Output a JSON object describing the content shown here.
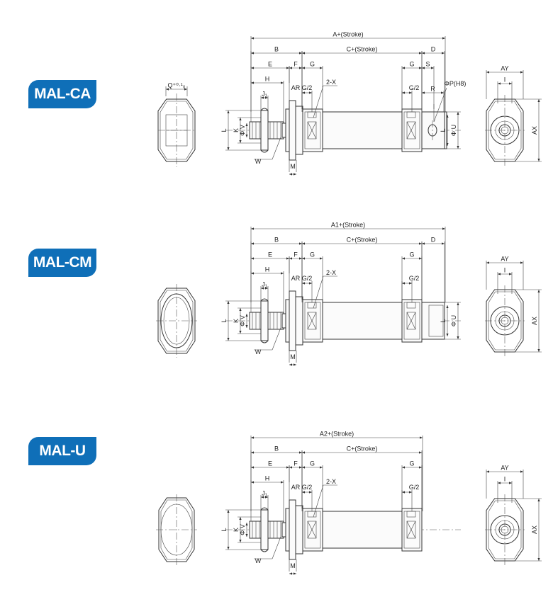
{
  "models": [
    {
      "id": "ca",
      "badge": "MAL-CA",
      "overall": "A+(Stroke)",
      "has_d": true,
      "has_s": true,
      "port": "ΦP(H8)"
    },
    {
      "id": "cm",
      "badge": "MAL-CM",
      "overall": "A1+(Stroke)",
      "has_d": true,
      "has_s": false,
      "port": ""
    },
    {
      "id": "u",
      "badge": "MAL-U",
      "overall": "A2+(Stroke)",
      "has_d": false,
      "has_s": false,
      "port": ""
    }
  ],
  "dim_labels": {
    "b": "B",
    "c": "C+(Stroke)",
    "d": "D",
    "e": "E",
    "f": "F",
    "g": "G",
    "h": "H",
    "j": "J₁",
    "ar": "AR",
    "g2": "G/2",
    "x": "2-X",
    "s": "S",
    "r": "R",
    "l": "L",
    "k": "K",
    "v": "Φ V",
    "u": "Φ U",
    "w": "W",
    "m": "M",
    "ay": "AY",
    "i": "I",
    "ax": "AX",
    "q": "Q⁺⁰·¹₀"
  }
}
